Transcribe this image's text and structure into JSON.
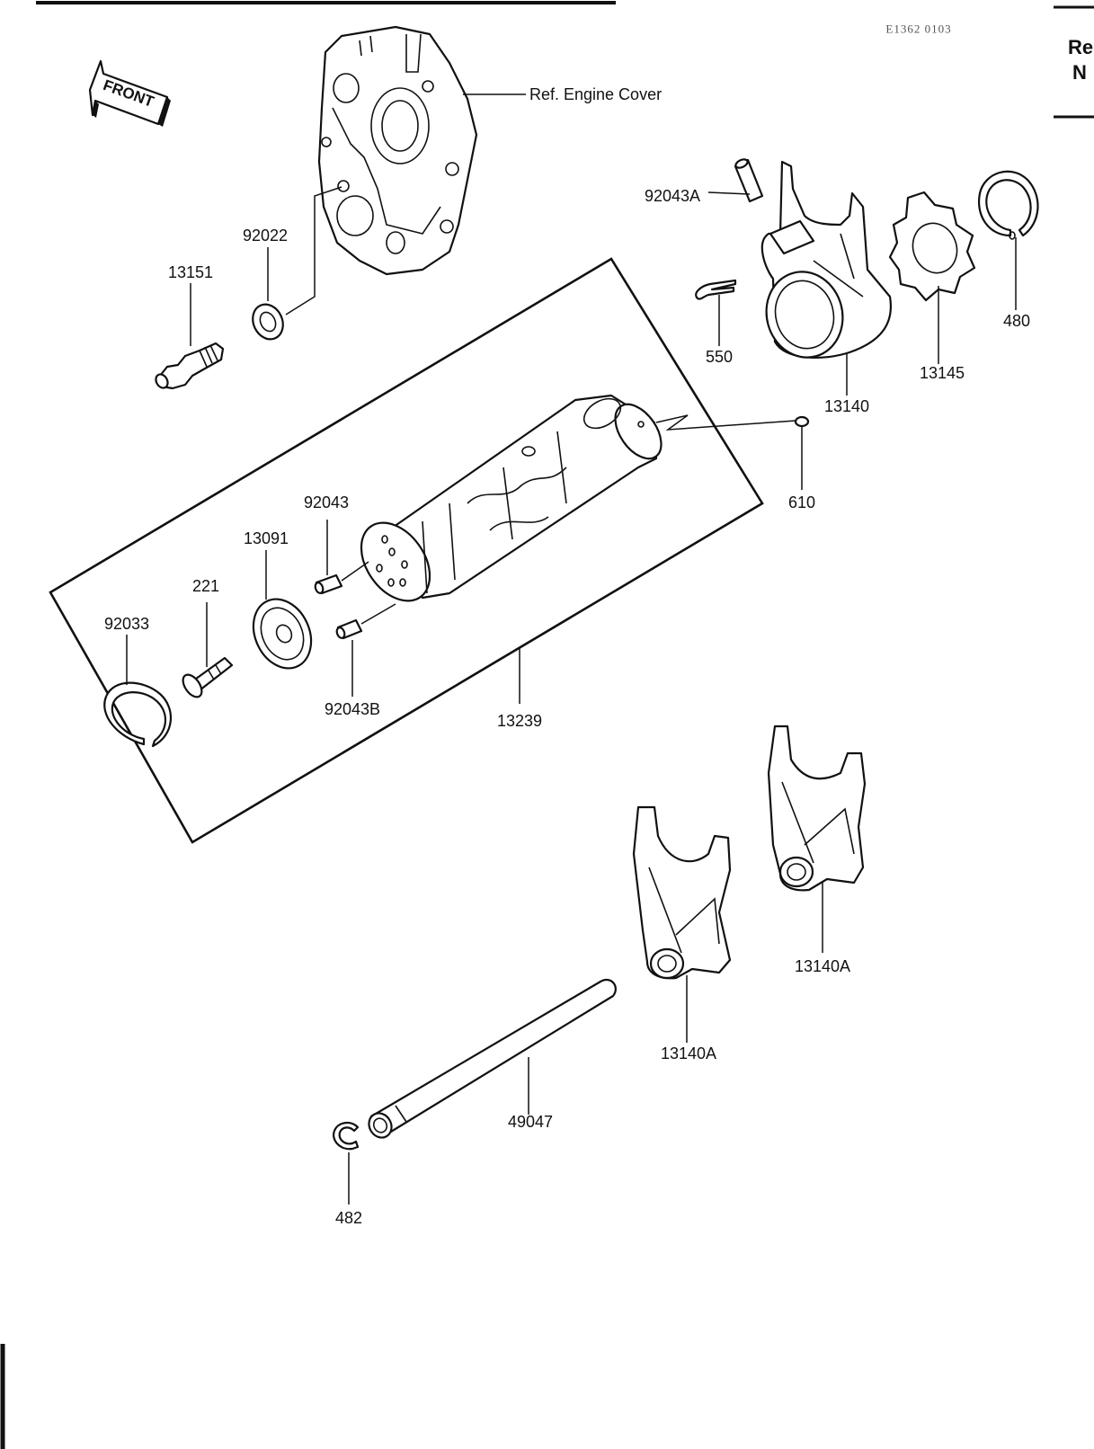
{
  "diagram_code": "E1362 0103",
  "edge_text": {
    "line1": "Re",
    "line2": "N"
  },
  "front_arrow_text": "FRONT",
  "parts": {
    "ref_engine_cover": "Ref. Engine Cover",
    "p92022": "92022",
    "p13151": "13151",
    "p92043A": "92043A",
    "p550": "550",
    "p13140": "13140",
    "p13145": "13145",
    "p480": "480",
    "p610": "610",
    "p92043": "92043",
    "p13091": "13091",
    "p221": "221",
    "p92033": "92033",
    "p92043B": "92043B",
    "p13239": "13239",
    "p13140A_right": "13140A",
    "p13140A_left": "13140A",
    "p49047": "49047",
    "p482": "482"
  }
}
